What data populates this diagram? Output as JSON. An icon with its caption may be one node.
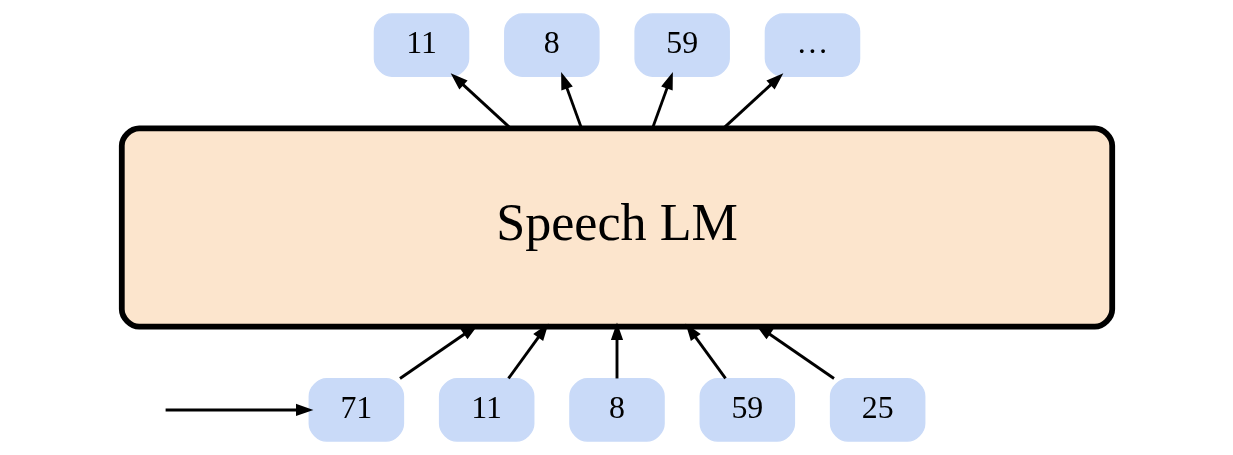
{
  "diagram": {
    "nodes": [
      {
        "text": [
          "Speech LM"
        ]
      },
      {
        "text": [
          "71"
        ]
      },
      {
        "text": [
          "11"
        ]
      },
      {
        "text": [
          "8"
        ]
      },
      {
        "text": [
          "59"
        ]
      },
      {
        "text": [
          "25"
        ]
      },
      {
        "text": [
          "11"
        ]
      },
      {
        "text": [
          "8"
        ]
      },
      {
        "text": [
          "59"
        ]
      },
      {
        "text": [
          "…"
        ]
      }
    ],
    "edges": [
      {
        "from": null,
        "to": 1,
        "arrow": "to"
      },
      {
        "from": 1,
        "to": 0,
        "arrow": "to"
      },
      {
        "from": 2,
        "to": 0,
        "arrow": "to"
      },
      {
        "from": 3,
        "to": 0,
        "arrow": "to"
      },
      {
        "from": 4,
        "to": 0,
        "arrow": "to"
      },
      {
        "from": 5,
        "to": 0,
        "arrow": "to"
      },
      {
        "from": 0,
        "to": 6,
        "arrow": "to"
      },
      {
        "from": 0,
        "to": 7,
        "arrow": "to"
      },
      {
        "from": 0,
        "to": 8,
        "arrow": "to"
      },
      {
        "from": 0,
        "to": 9,
        "arrow": "to"
      }
    ]
  }
}
